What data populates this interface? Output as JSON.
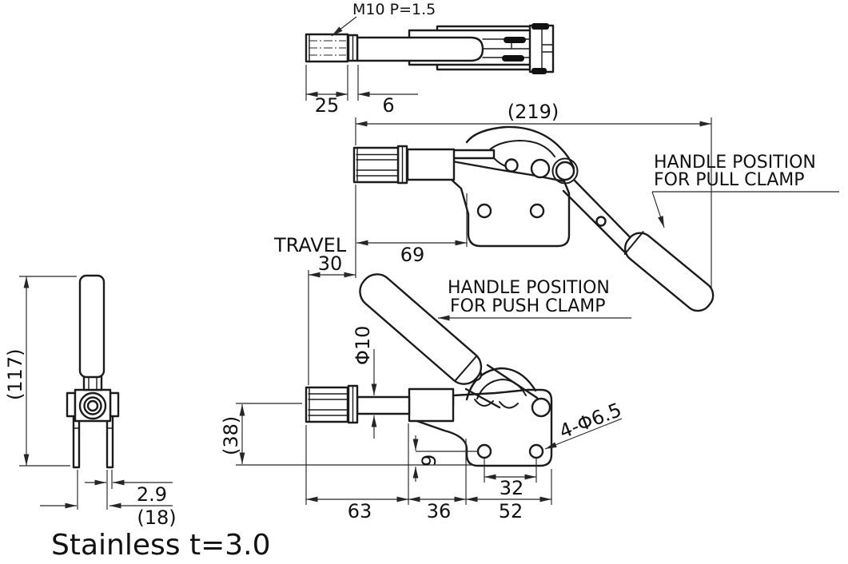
{
  "top_view": {
    "thread_spec": "M10 P=1.5",
    "dim_hex_length": "25",
    "dim_collar": "6"
  },
  "pull_view": {
    "annotation_line1": "HANDLE POSITION",
    "annotation_line2": "FOR PULL CLAMP",
    "dim_overall": "(219)",
    "dim_spindle_to_body": "69"
  },
  "push_view": {
    "annotation_line1": "HANDLE POSITION",
    "annotation_line2": "FOR PUSH CLAMP",
    "travel_label": "TRAVEL",
    "travel_value": "30",
    "dim_spindle_dia": "Φ10",
    "dim_base_height": "(38)",
    "dim_hole_to_base": "9",
    "dim_hole_spacing": "32",
    "dim_mount_holes": "4-Φ6.5",
    "dim_left": "63",
    "dim_middle": "36",
    "dim_right": "52"
  },
  "front_view": {
    "dim_height": "(117)",
    "dim_thickness": "2.9",
    "dim_slot": "(18)"
  },
  "note": {
    "material": "Stainless t=3.0"
  },
  "colors": {
    "line": "#1b1b1b",
    "background": "#ffffff"
  }
}
